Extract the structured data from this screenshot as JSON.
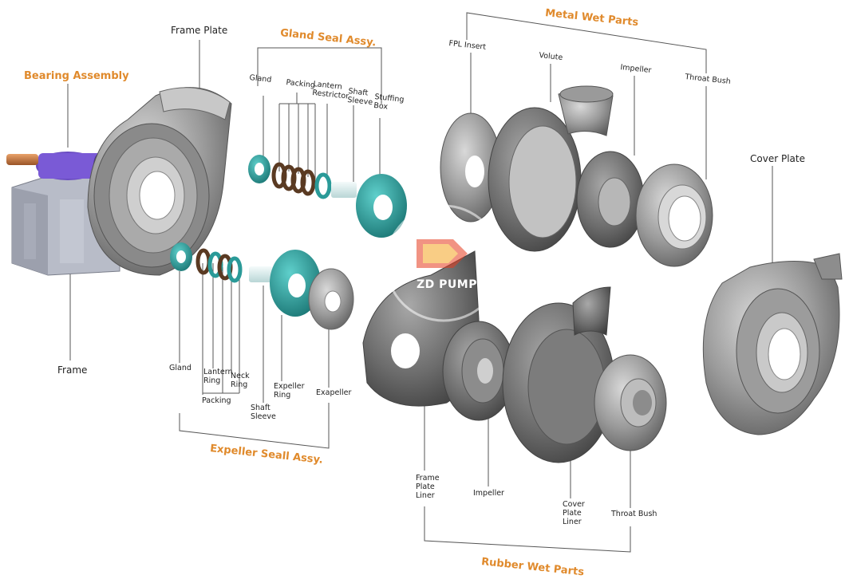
{
  "groups": {
    "bearing_assembly": "Bearing Assembly",
    "gland_seal": "Gland Seal Assy.",
    "metal_wet": "Metal Wet Parts",
    "expeller_seal": "Expeller Seall Assy.",
    "rubber_wet": "Rubber Wet Parts"
  },
  "labels": {
    "frame_plate": "Frame Plate",
    "frame": "Frame",
    "cover_plate": "Cover Plate",
    "gs_gland": "Gland",
    "gs_packing": "Packing",
    "gs_lantern": "Lantern\nRestrictor",
    "gs_shaft_sleeve": "Shaft\nSleeve",
    "gs_stuffing_box": "Stuffing\nBox",
    "mw_fpl_insert": "FPL Insert",
    "mw_volute": "Volute",
    "mw_impeller": "Impeller",
    "mw_throat_bush": "Throat Bush",
    "es_gland": "Gland",
    "es_lantern_ring": "Lantern\nRing",
    "es_neck_ring": "Neck\nRing",
    "es_packing": "Packing",
    "es_shaft_sleeve": "Shaft\nSleeve",
    "es_expeller_ring": "Expeller\nRing",
    "es_exapeller": "Exapeller",
    "rw_frame_plate_liner": "Frame\nPlate\nLiner",
    "rw_impeller": "Impeller",
    "rw_cover_plate_liner": "Cover\nPlate\nLiner",
    "rw_throat_bush": "Throat Bush"
  },
  "watermark": {
    "text": "ZD PUMP"
  },
  "colors": {
    "accent": "#e08a2c",
    "metal": "#8e8e8e",
    "teal": "#2a9a98",
    "rubber": "#5a3a22",
    "bearing": "#6a4cc2"
  }
}
